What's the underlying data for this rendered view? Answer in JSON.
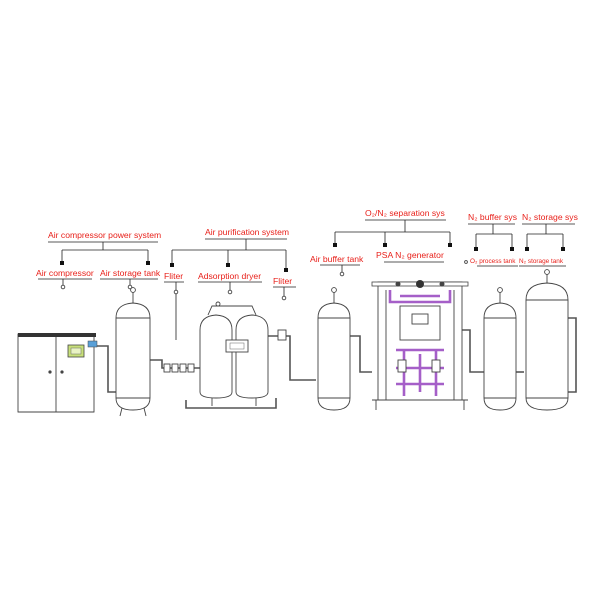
{
  "labels": {
    "air_compressor_power_system": "Air compressor power system",
    "air_compressor": "Air compressor",
    "air_storage_tank": "Air storage tank",
    "air_purification_system": "Air purification system",
    "filter_1": "Fliter",
    "adsorption_dryer": "Adsorption dryer",
    "filter_2": "Fliter",
    "o2_n2_separation_sys": "O₂/N₂ separation sys",
    "air_buffer_tank": "Air buffer tank",
    "psa_n2_generator": "PSA N₂ generator",
    "n2_buffer_sys": "N₂ buffer sys",
    "n2_storage_sys": "N₂ storage sys",
    "o2_process_tank": "O₂ process tank",
    "n2_storage_tank": "N₂ storage tank"
  },
  "colors": {
    "label_red": "#e8201a",
    "pipe_purple": "#a55fc8",
    "cabinet_top": "#333333",
    "screen_green": "#c8e07a"
  }
}
